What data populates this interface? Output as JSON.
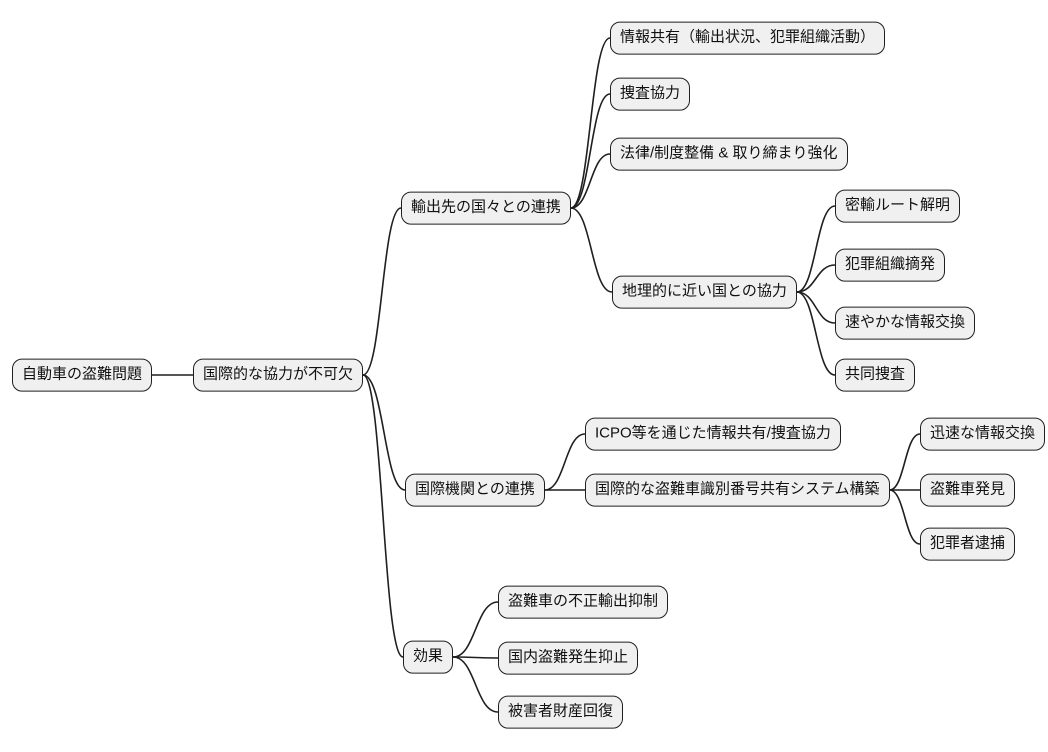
{
  "diagram": {
    "type": "mindmap",
    "theme": {
      "background": "#ffffff",
      "node_fill": "#f0f0f0",
      "node_border": "#1f1f1f",
      "edge_color": "#1f1f1f"
    },
    "nodes": {
      "root": {
        "label": "自動車の盗難問題"
      },
      "intl_cooperation": {
        "label": "国際的な協力が不可欠"
      },
      "export_countries": {
        "label": "輸出先の国々との連携"
      },
      "info_sharing": {
        "label": "情報共有（輸出状況、犯罪組織活動）"
      },
      "investigation_coop": {
        "label": "捜査協力"
      },
      "legal_enforcement": {
        "label": "法律/制度整備 & 取り締まり強化"
      },
      "nearby_countries": {
        "label": "地理的に近い国との協力"
      },
      "smuggling_routes": {
        "label": "密輸ルート解明"
      },
      "crime_org_crackdown": {
        "label": "犯罪組織摘発"
      },
      "prompt_info_exchange": {
        "label": "速やかな情報交換"
      },
      "joint_investigation": {
        "label": "共同捜査"
      },
      "intl_org": {
        "label": "国際機関との連携"
      },
      "icpo_sharing": {
        "label": "ICPO等を通じた情報共有/捜査協力"
      },
      "vin_system": {
        "label": "国際的な盗難車識別番号共有システム構築"
      },
      "rapid_info_exchange": {
        "label": "迅速な情報交換"
      },
      "stolen_car_found": {
        "label": "盗難車発見"
      },
      "criminal_arrest": {
        "label": "犯罪者逮捕"
      },
      "effect": {
        "label": "効果"
      },
      "export_suppression": {
        "label": "盗難車の不正輸出抑制"
      },
      "domestic_theft_deterrence": {
        "label": "国内盗難発生抑止"
      },
      "victim_recovery": {
        "label": "被害者財産回復"
      }
    },
    "edges": [
      [
        "root",
        "intl_cooperation"
      ],
      [
        "intl_cooperation",
        "export_countries"
      ],
      [
        "intl_cooperation",
        "intl_org"
      ],
      [
        "intl_cooperation",
        "effect"
      ],
      [
        "export_countries",
        "info_sharing"
      ],
      [
        "export_countries",
        "investigation_coop"
      ],
      [
        "export_countries",
        "legal_enforcement"
      ],
      [
        "export_countries",
        "nearby_countries"
      ],
      [
        "nearby_countries",
        "smuggling_routes"
      ],
      [
        "nearby_countries",
        "crime_org_crackdown"
      ],
      [
        "nearby_countries",
        "prompt_info_exchange"
      ],
      [
        "nearby_countries",
        "joint_investigation"
      ],
      [
        "intl_org",
        "icpo_sharing"
      ],
      [
        "intl_org",
        "vin_system"
      ],
      [
        "vin_system",
        "rapid_info_exchange"
      ],
      [
        "vin_system",
        "stolen_car_found"
      ],
      [
        "vin_system",
        "criminal_arrest"
      ],
      [
        "effect",
        "export_suppression"
      ],
      [
        "effect",
        "domestic_theft_deterrence"
      ],
      [
        "effect",
        "victim_recovery"
      ]
    ]
  }
}
